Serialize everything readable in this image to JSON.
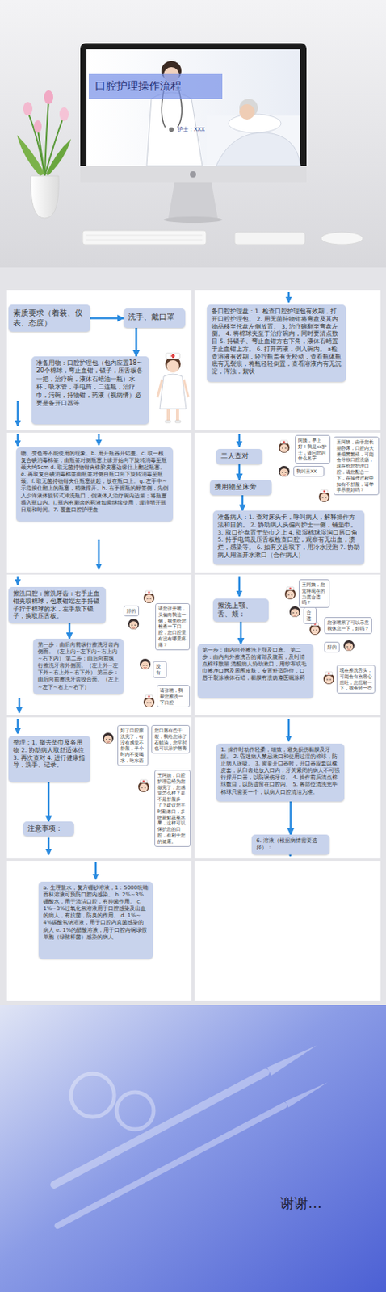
{
  "diagram": {
    "nodes": [
      {
        "text": [
          "口腔护理操作流程"
        ]
      },
      {
        "text": [
          "素质要求（着装、仪表、态度）"
        ]
      },
      {
        "text": [
          "洗手、戴口罩"
        ]
      },
      {
        "text": [
          "准备用物：口腔护理包（包内应置18~20个棉球，弯止血钳，镊子，压舌板各一把，治疗碗，液体石蜡油一瓶）水杯，吸水管，手电筒，二连瓶，治疗巾，污碗，持物钳，药液（视病情）必要是备开口器等"
        ]
      },
      {
        "text": [
          "备口腔护理盘：1. 检查口腔护理包有效期，打开口腔护理包。 2. 用无菌持物钳将弯盘及其内物品移至托盘左侧放置。 3. 治疗碗翻至弯盘左侧。 4. 将棉球夹至于治疗碗内，同时要清点数目 5. 持镊子、弯止血钳方右下角，液体石蜡置于止血钳上方。 6. 打开药液，倒入碗内。 a检查溶液有效期，轻拧瓶盖有无松动，查看瓶体瓶底有无裂痕，将瓶轻轻倒置，查看溶液内有无沉淀，浑浊，絮状"
        ]
      },
      {
        "text": [
          "物、变色等不能使用的现象。b. 用开瓶器开铝盖。c. 取一根复合碘消毒棉签，由瓶签对侧瓶塞上缘开始向下旋转消毒至瓶颈大约5cm d. 取无菌持物钳夹橡胶皮塞边缘往上翻起瓶塞。e. 再取复合碘消毒棉签由瓶签对侧自瓶口向下旋转消毒至瓶颈。f. 取无菌持物钳夹住瓶塞拔起，放在瓶口上。g. 左手中~示指按住翻上的瓶塞，稍微撑开。h. 右手握瓶的标签侧，先倒入少许液体旋转式冲洗瓶口，倒液体入治疗碗内适量；将瓶塞插入瓶口内。i. 瓶内有剩余的药液如需继续使用，须注明开瓶日期和时间。7. 覆盖口腔护理盘"
        ]
      },
      {
        "text": [
          "二人查对"
        ]
      },
      {
        "text": [
          "阿姨，早上好！我是xx护士，请问您叫什么名字"
        ]
      },
      {
        "text": [
          "我叫王XX"
        ]
      },
      {
        "text": [
          "王阿姨，由于您长期卧床，口腔内大量细菌繁殖，可能会导致口腔溃疡，现在给您护理口腔，请您配合一下，在操作过程中如有不舒服，请举手示意好吗？"
        ]
      },
      {
        "text": [
          "携用物至床旁"
        ]
      },
      {
        "text": [
          "准备病人：1. 查对床头卡，呼叫病人，解释操作方法和目的。 2. 协助病人头偏向护士一侧，铺垫巾。 3. 取口护盘置于垫巾之上 4. 取湿棉球湿润口唇口角 5. 持手电筒及压舌板检查口腔，观察有无出血，溃烂，感染等。 6. 如有义齿取下，用冷水浸泡 7. 协助病人用温开水漱口（合作病人）"
        ]
      },
      {
        "text": [
          "擦洗口腔：擦洗牙齿：右手止血钳夹取棉球，包裹钳端左手持镊子拧干棉球的水，左手放下镊子，换取压舌板。"
        ]
      },
      {
        "text": [
          "好的"
        ]
      },
      {
        "text": [
          "请您张开嘴，头偏向我这一侧，我先给您检查一下口腔，您口腔里有没有哪里疼痛？"
        ]
      },
      {
        "text": [
          "第一步：由后向前纵行擦洗牙齿内侧面。（左上内~左下内~右上内~右下内） 第二步：由后向前纵行擦洗牙齿外侧面。（左上外~左下外~右上外~右下外） 第三步：由后向前擦洗牙齿咬合面。（左上~左下~右上~右下）"
        ]
      },
      {
        "text": [
          "没有"
        ]
      },
      {
        "text": [
          "请张嘴，我帮您擦洗一下口腔"
        ]
      },
      {
        "text": [
          "王阿姨，您觉得现在的力度合适吗？"
        ]
      },
      {
        "text": [
          "擦洗上颚、舌、颊："
        ]
      },
      {
        "text": [
          "合适"
        ]
      },
      {
        "text": [
          "您张嘴累了可以示意我休息一下，好吗？"
        ]
      },
      {
        "text": [
          "好的"
        ]
      },
      {
        "text": [
          "第一步：由内向外擦洗上颚及口底。 第二步：由内向外擦洗舌的背部及腹面，及时清点棉球数量 清醒病人协助漱口，用纱布或毛巾擦净口唇及周围皮肤，安置舒适卧位，口唇干裂涂液体石蜡，黏膜有溃疡遵医嘱涂药"
        ]
      },
      {
        "text": [
          "现在擦洗舌头，可能会有点恶心想吐，您忍耐一下，我会轻一些"
        ]
      },
      {
        "text": [
          "好了口腔擦洗完了，有没有感觉不舒服，半小时内不要喝水，吃东西"
        ]
      },
      {
        "text": [
          "您口唇有些干裂，我给您涂了石蜡油，您平时也可以涂护唇膏"
        ]
      },
      {
        "text": [
          "整理：1. 撤去垫巾及各用物 2. 协助病人取舒适体位 3. 再次查对 4. 进行健康指导，洗手、记录。"
        ]
      },
      {
        "text": [
          "王阿姨，口腔护理已经为您做完了，您感觉怎么样？是不是舒服多了？建议您平时勤漱口，多吃新鲜蔬菜水果，这样可以保护您的口腔，有利于您的健康。"
        ]
      },
      {
        "text": [
          "注意事项："
        ]
      },
      {
        "text": [
          "1. 操作时动作轻柔，细致，避免损伤黏膜及牙龈。 2. 昏迷病人禁忌漱口和使用过湿的棉球，防止病人误吸。 3. 需要开口器时，开口器应套以橡皮套，从臼齿处放入口内，牙关紧闭的病人不可强行撑开口器，以防误伤牙齿。 4. 操作前后清点棉球数目，以防遗留在口腔内。 5. 各部位清洗完毕棉球只需要一个，以病人口腔清洁为准。"
        ]
      },
      {
        "text": [
          "6. 溶液（根据病情需要选择）："
        ]
      },
      {
        "text": [
          "a. 生理盐水，复方硼砂溶液，1：5000呋喃西林溶液可预防口腔内感染。 b. 2%~3%硼酸水，用于清洁口腔，有抑菌作用。 c. 1%~3%过氧化氢溶液用于口腔感染及出血的病人，有抗菌，防臭的作用。 d. 1%~4%碳酸氢钠溶液，用于口腔内真菌感染的病人 e. 1%的醋酸溶液，用于口腔内铜绿假单胞（绿脓杆菌）感染的病人"
        ]
      }
    ],
    "edges": [
      {
        "from": 1,
        "to": 2,
        "arrow": "to"
      },
      {
        "from": 2,
        "to": 3,
        "arrow": "to"
      },
      {
        "from": 6,
        "to": 10,
        "arrow": "to"
      },
      {
        "from": 10,
        "to": 11,
        "arrow": "to"
      },
      {
        "from": 12,
        "to": 15,
        "arrow": "to"
      },
      {
        "from": 19,
        "to": 23,
        "arrow": "to"
      },
      {
        "from": 27,
        "to": 29,
        "arrow": "to"
      },
      {
        "from": 30,
        "to": 31,
        "arrow": "to"
      }
    ],
    "labels": [
      "护士：XXX",
      "谢谢…"
    ]
  }
}
